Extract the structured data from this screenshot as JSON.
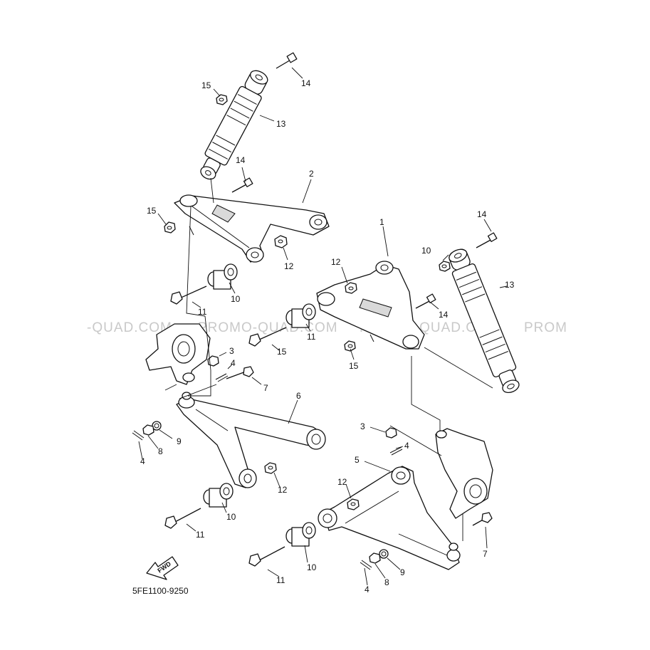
{
  "diagram": {
    "drawing_code": "5FE1100-9250",
    "fwd_label": "FWD",
    "watermark_left": "-QUAD.COM",
    "watermark_mid": "PROMO-QUAD.COM",
    "watermark_mid2": "PROMO-QUAD.COM",
    "watermark_right": "PROM",
    "callouts": [
      {
        "id": "c14a",
        "text": "14"
      },
      {
        "id": "c15a",
        "text": "15"
      },
      {
        "id": "c13a",
        "text": "13"
      },
      {
        "id": "c14b",
        "text": "14"
      },
      {
        "id": "c2",
        "text": "2"
      },
      {
        "id": "c15b",
        "text": "15"
      },
      {
        "id": "c12a",
        "text": "12"
      },
      {
        "id": "c10a",
        "text": "10"
      },
      {
        "id": "c11a",
        "text": "11"
      },
      {
        "id": "c1",
        "text": "1"
      },
      {
        "id": "c14c",
        "text": "14"
      },
      {
        "id": "c15c",
        "text": "15"
      },
      {
        "id": "c12b",
        "text": "12"
      },
      {
        "id": "c13b",
        "text": "13"
      },
      {
        "id": "c14d",
        "text": "14"
      },
      {
        "id": "c10b",
        "text": "10"
      },
      {
        "id": "c11b",
        "text": "11"
      },
      {
        "id": "c15d",
        "text": "15"
      },
      {
        "id": "c3a",
        "text": "3"
      },
      {
        "id": "c4a",
        "text": "4"
      },
      {
        "id": "c7a",
        "text": "7"
      },
      {
        "id": "c6",
        "text": "6"
      },
      {
        "id": "c9a",
        "text": "9"
      },
      {
        "id": "c8a",
        "text": "8"
      },
      {
        "id": "c4b",
        "text": "4"
      },
      {
        "id": "c12c",
        "text": "12"
      },
      {
        "id": "c10c",
        "text": "10"
      },
      {
        "id": "c11c",
        "text": "11"
      },
      {
        "id": "c3b",
        "text": "3"
      },
      {
        "id": "c4c",
        "text": "4"
      },
      {
        "id": "c5",
        "text": "5"
      },
      {
        "id": "c12d",
        "text": "12"
      },
      {
        "id": "c7b",
        "text": "7"
      },
      {
        "id": "c10d",
        "text": "10"
      },
      {
        "id": "c11d",
        "text": "11"
      },
      {
        "id": "c9b",
        "text": "9"
      },
      {
        "id": "c8b",
        "text": "8"
      },
      {
        "id": "c4d",
        "text": "4"
      }
    ]
  }
}
